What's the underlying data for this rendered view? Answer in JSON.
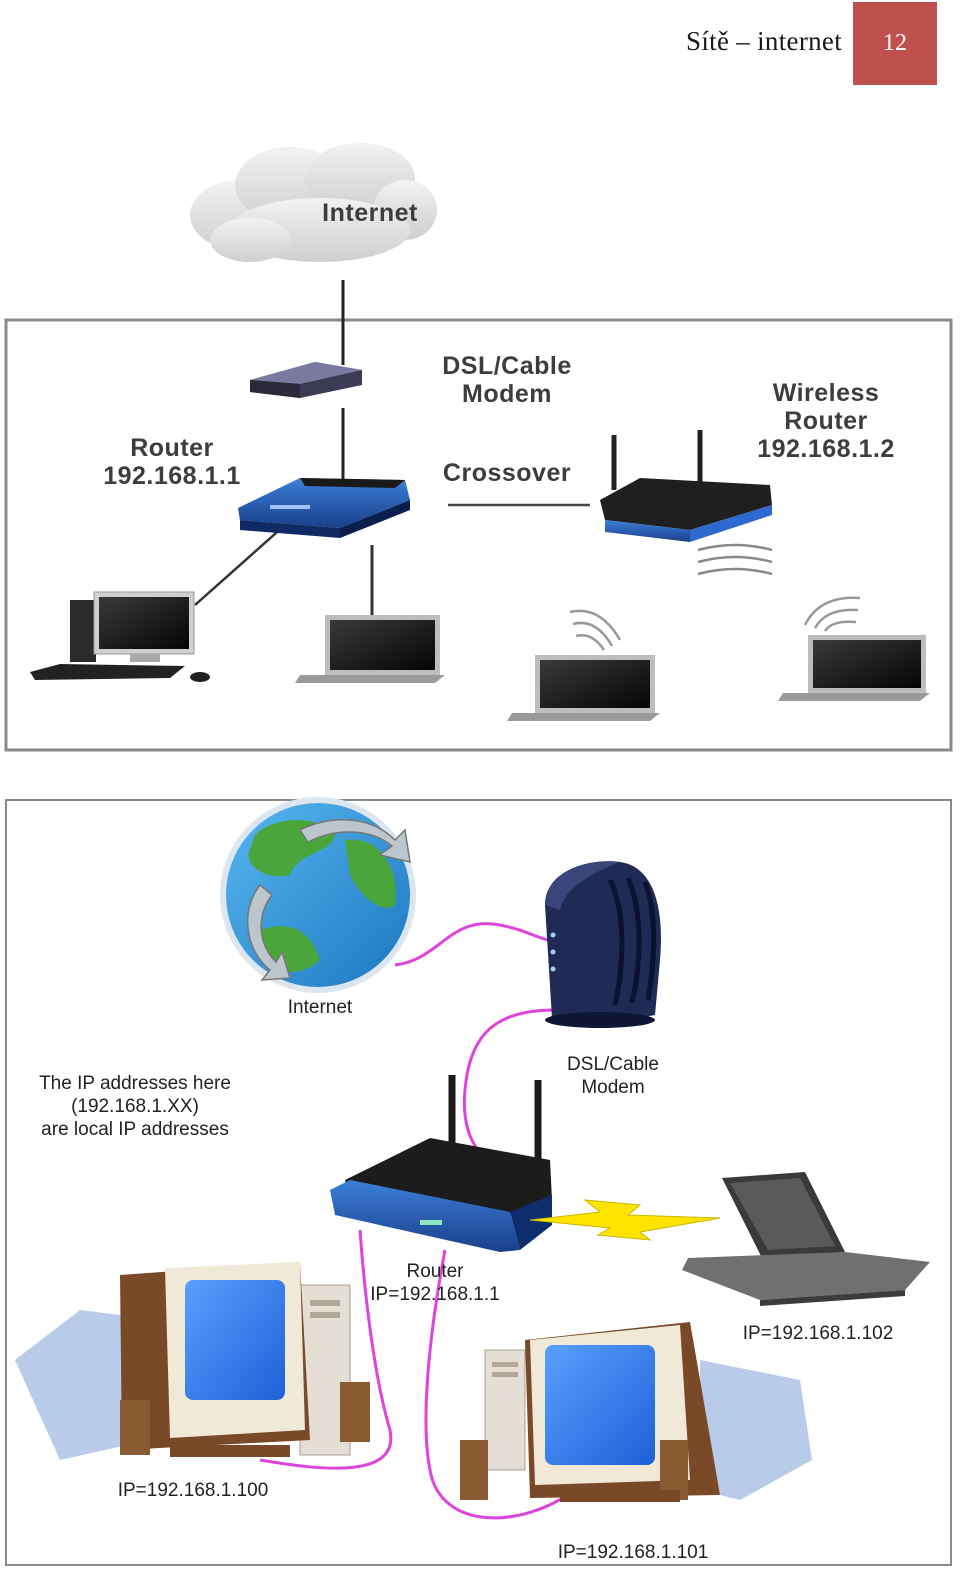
{
  "header": {
    "title": "Sítě – internet",
    "page_number": "12"
  },
  "diagram1": {
    "internet": "Internet",
    "modem": [
      "DSL/Cable",
      "Modem"
    ],
    "router": [
      "Router",
      "192.168.1.1"
    ],
    "crossover": "Crossover",
    "wireless_router": [
      "Wireless",
      "Router",
      "192.168.1.2"
    ]
  },
  "diagram2": {
    "internet": "Internet",
    "modem": [
      "DSL/Cable",
      "Modem"
    ],
    "note": [
      "The IP addresses here",
      "(192.168.1.XX)",
      "are local IP addresses"
    ],
    "router": [
      "Router",
      "IP=192.168.1.1"
    ],
    "laptop_ip": "IP=192.168.1.102",
    "pc1_ip": "IP=192.168.1.100",
    "pc2_ip": "IP=192.168.1.101"
  }
}
